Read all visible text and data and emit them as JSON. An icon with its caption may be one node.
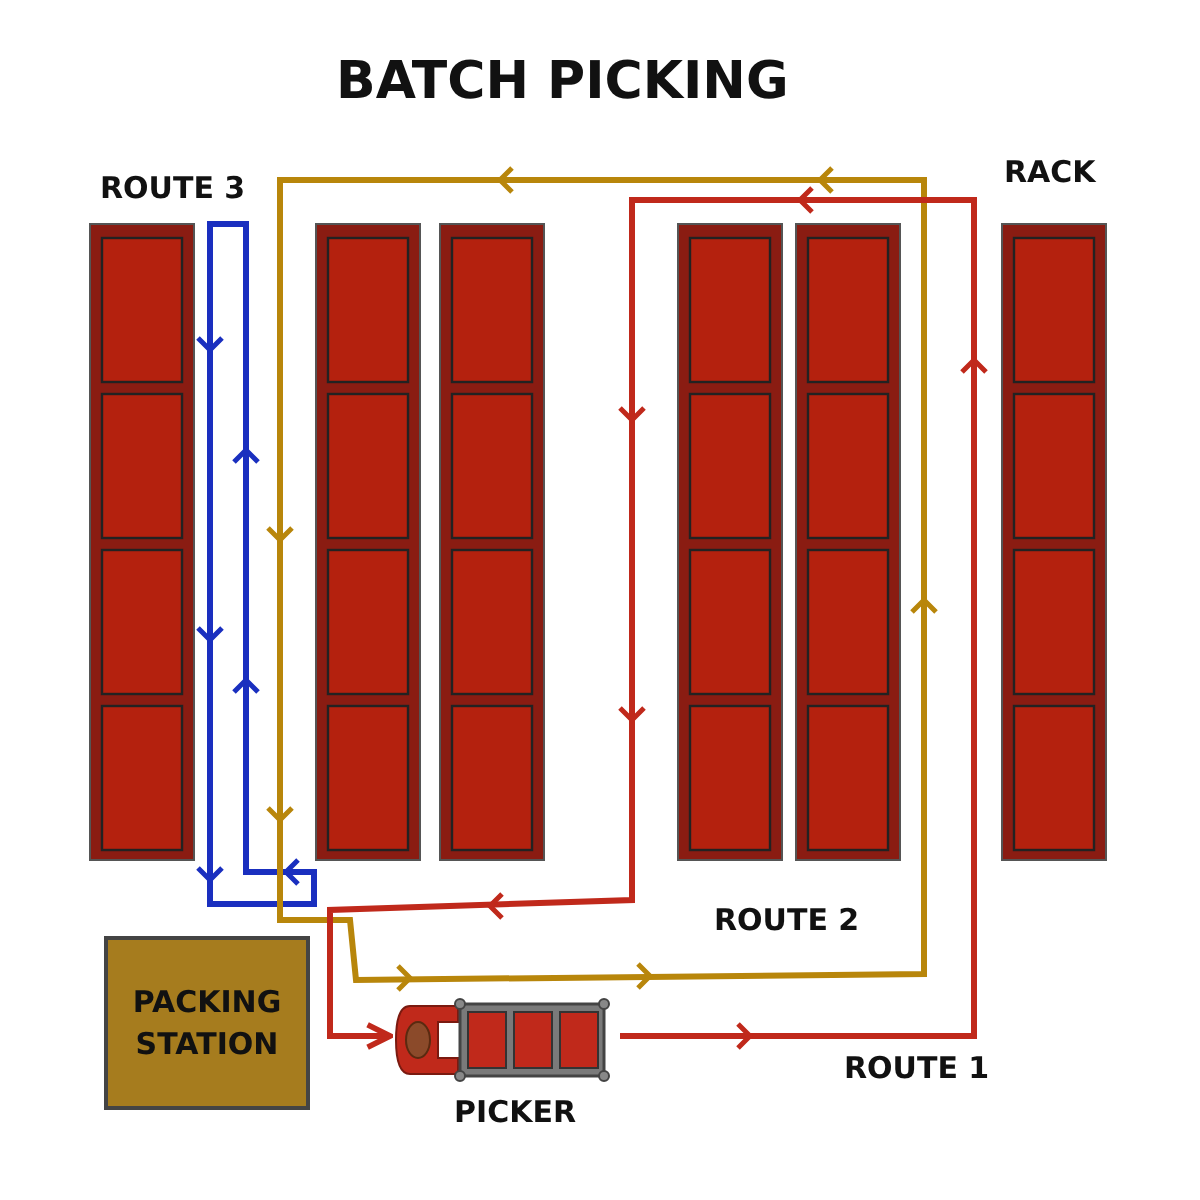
{
  "diagram": {
    "title": "BATCH PICKING",
    "nodes": [
      {
        "text": [
          "PACKING STATION"
        ]
      },
      {
        "text": [],
        "shape": "picture",
        "beside": [
          "PICKER"
        ]
      }
    ],
    "edges": [
      {
        "from": 1,
        "to": 1,
        "arrow": "to"
      }
    ],
    "labels": [
      "ROUTE 3",
      "RACK",
      "ROUTE 2",
      "ROUTE 1"
    ]
  }
}
